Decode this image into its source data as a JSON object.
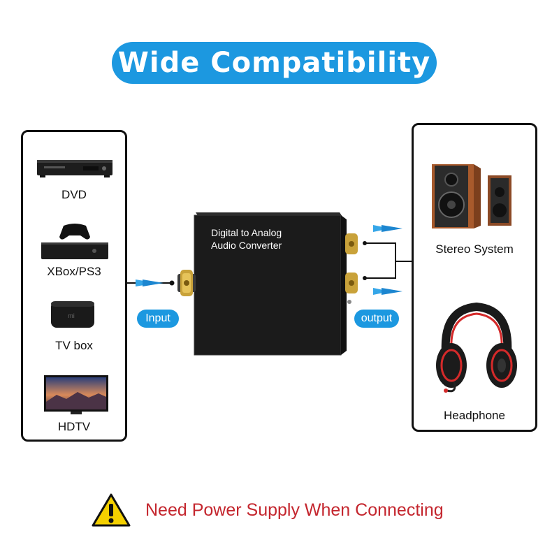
{
  "banner": {
    "title": "Wide Compatibility"
  },
  "inputs": {
    "devices": [
      {
        "label": "DVD",
        "icon": "dvd-player-icon"
      },
      {
        "label": "XBox/PS3",
        "icon": "game-console-icon"
      },
      {
        "label": "TV box",
        "icon": "tv-box-icon"
      },
      {
        "label": "HDTV",
        "icon": "hdtv-icon"
      }
    ]
  },
  "converter": {
    "line1": "Digital to Analog",
    "line2": "Audio Converter"
  },
  "connections": {
    "input_label": "Input",
    "output_label": "output"
  },
  "outputs": {
    "devices": [
      {
        "label": "Stereo System",
        "icon": "speaker-icon"
      },
      {
        "label": "Headphone",
        "icon": "headphone-icon"
      }
    ]
  },
  "warning": {
    "text": "Need Power Supply When Connecting",
    "icon": "warning-icon"
  },
  "colors": {
    "accent": "#1c98e0",
    "warning_text": "#c4262e",
    "warning_sign": "#f4d000"
  }
}
